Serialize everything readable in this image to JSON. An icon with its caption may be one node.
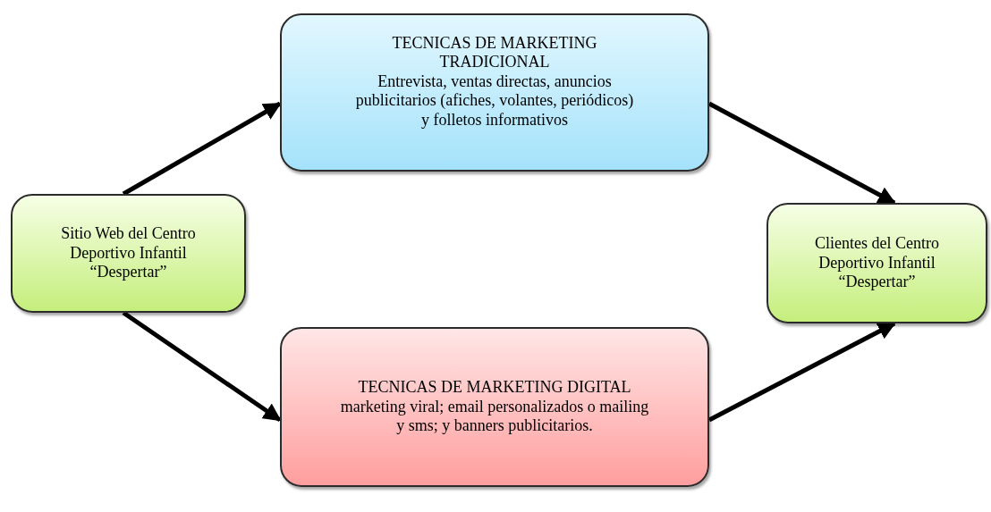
{
  "diagram": {
    "nodes": [
      {
        "text": [
          "Sitio Web del Centro Deportivo Infantil “Despertar”"
        ]
      },
      {
        "text": [
          "TECNICAS DE MARKETING TRADICIONAL",
          "Entrevista, ventas directas, anuncios publicitarios (afiches, volantes, periódicos) y folletos informativos"
        ]
      },
      {
        "text": [
          "TECNICAS DE MARKETING DIGITAL",
          "marketing viral; email personalizados o mailing y sms; y banners publicitarios."
        ]
      },
      {
        "text": [
          "Clientes del Centro Deportivo Infantil “Despertar”"
        ]
      }
    ],
    "edges": [
      {
        "from": 0,
        "to": 1,
        "arrow": "to"
      },
      {
        "from": 1,
        "to": 3,
        "arrow": "to"
      },
      {
        "from": 0,
        "to": 2,
        "arrow": "to"
      },
      {
        "from": 2,
        "to": 3,
        "arrow": "to"
      }
    ]
  }
}
